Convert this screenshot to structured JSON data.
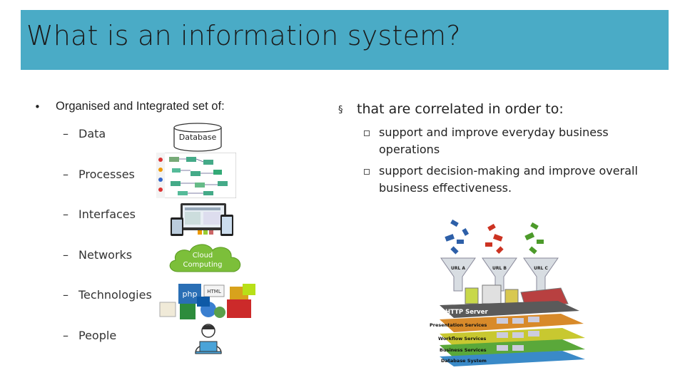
{
  "title": "What is an information system?",
  "left": {
    "bullet": "•",
    "heading": "Organised and Integrated set of:",
    "items": [
      {
        "dash": "–",
        "label": "Data"
      },
      {
        "dash": "–",
        "label": "Processes"
      },
      {
        "dash": "–",
        "label": "Interfaces"
      },
      {
        "dash": "–",
        "label": "Networks"
      },
      {
        "dash": "–",
        "label": "Technologies"
      },
      {
        "dash": "–",
        "label": "People"
      }
    ],
    "database_label": "Database",
    "cloud_label_1": "Cloud",
    "cloud_label_2": "Computing"
  },
  "right": {
    "bullet": "§",
    "heading": "that are correlated in order to:",
    "items": [
      "support and improve everyday business operations",
      "support decision-making and improve overall business effectiveness."
    ],
    "diagram_labels": {
      "url_a": "URL A",
      "url_b": "URL B",
      "url_c": "URL C",
      "http_server": "HTTP Server",
      "presentation": "Presentation Services",
      "workflow": "Workflow Services",
      "business": "Business Services",
      "database": "Database System"
    }
  },
  "colors": {
    "title_band": "#4aabc6",
    "cloud": "#7cbf3a"
  }
}
